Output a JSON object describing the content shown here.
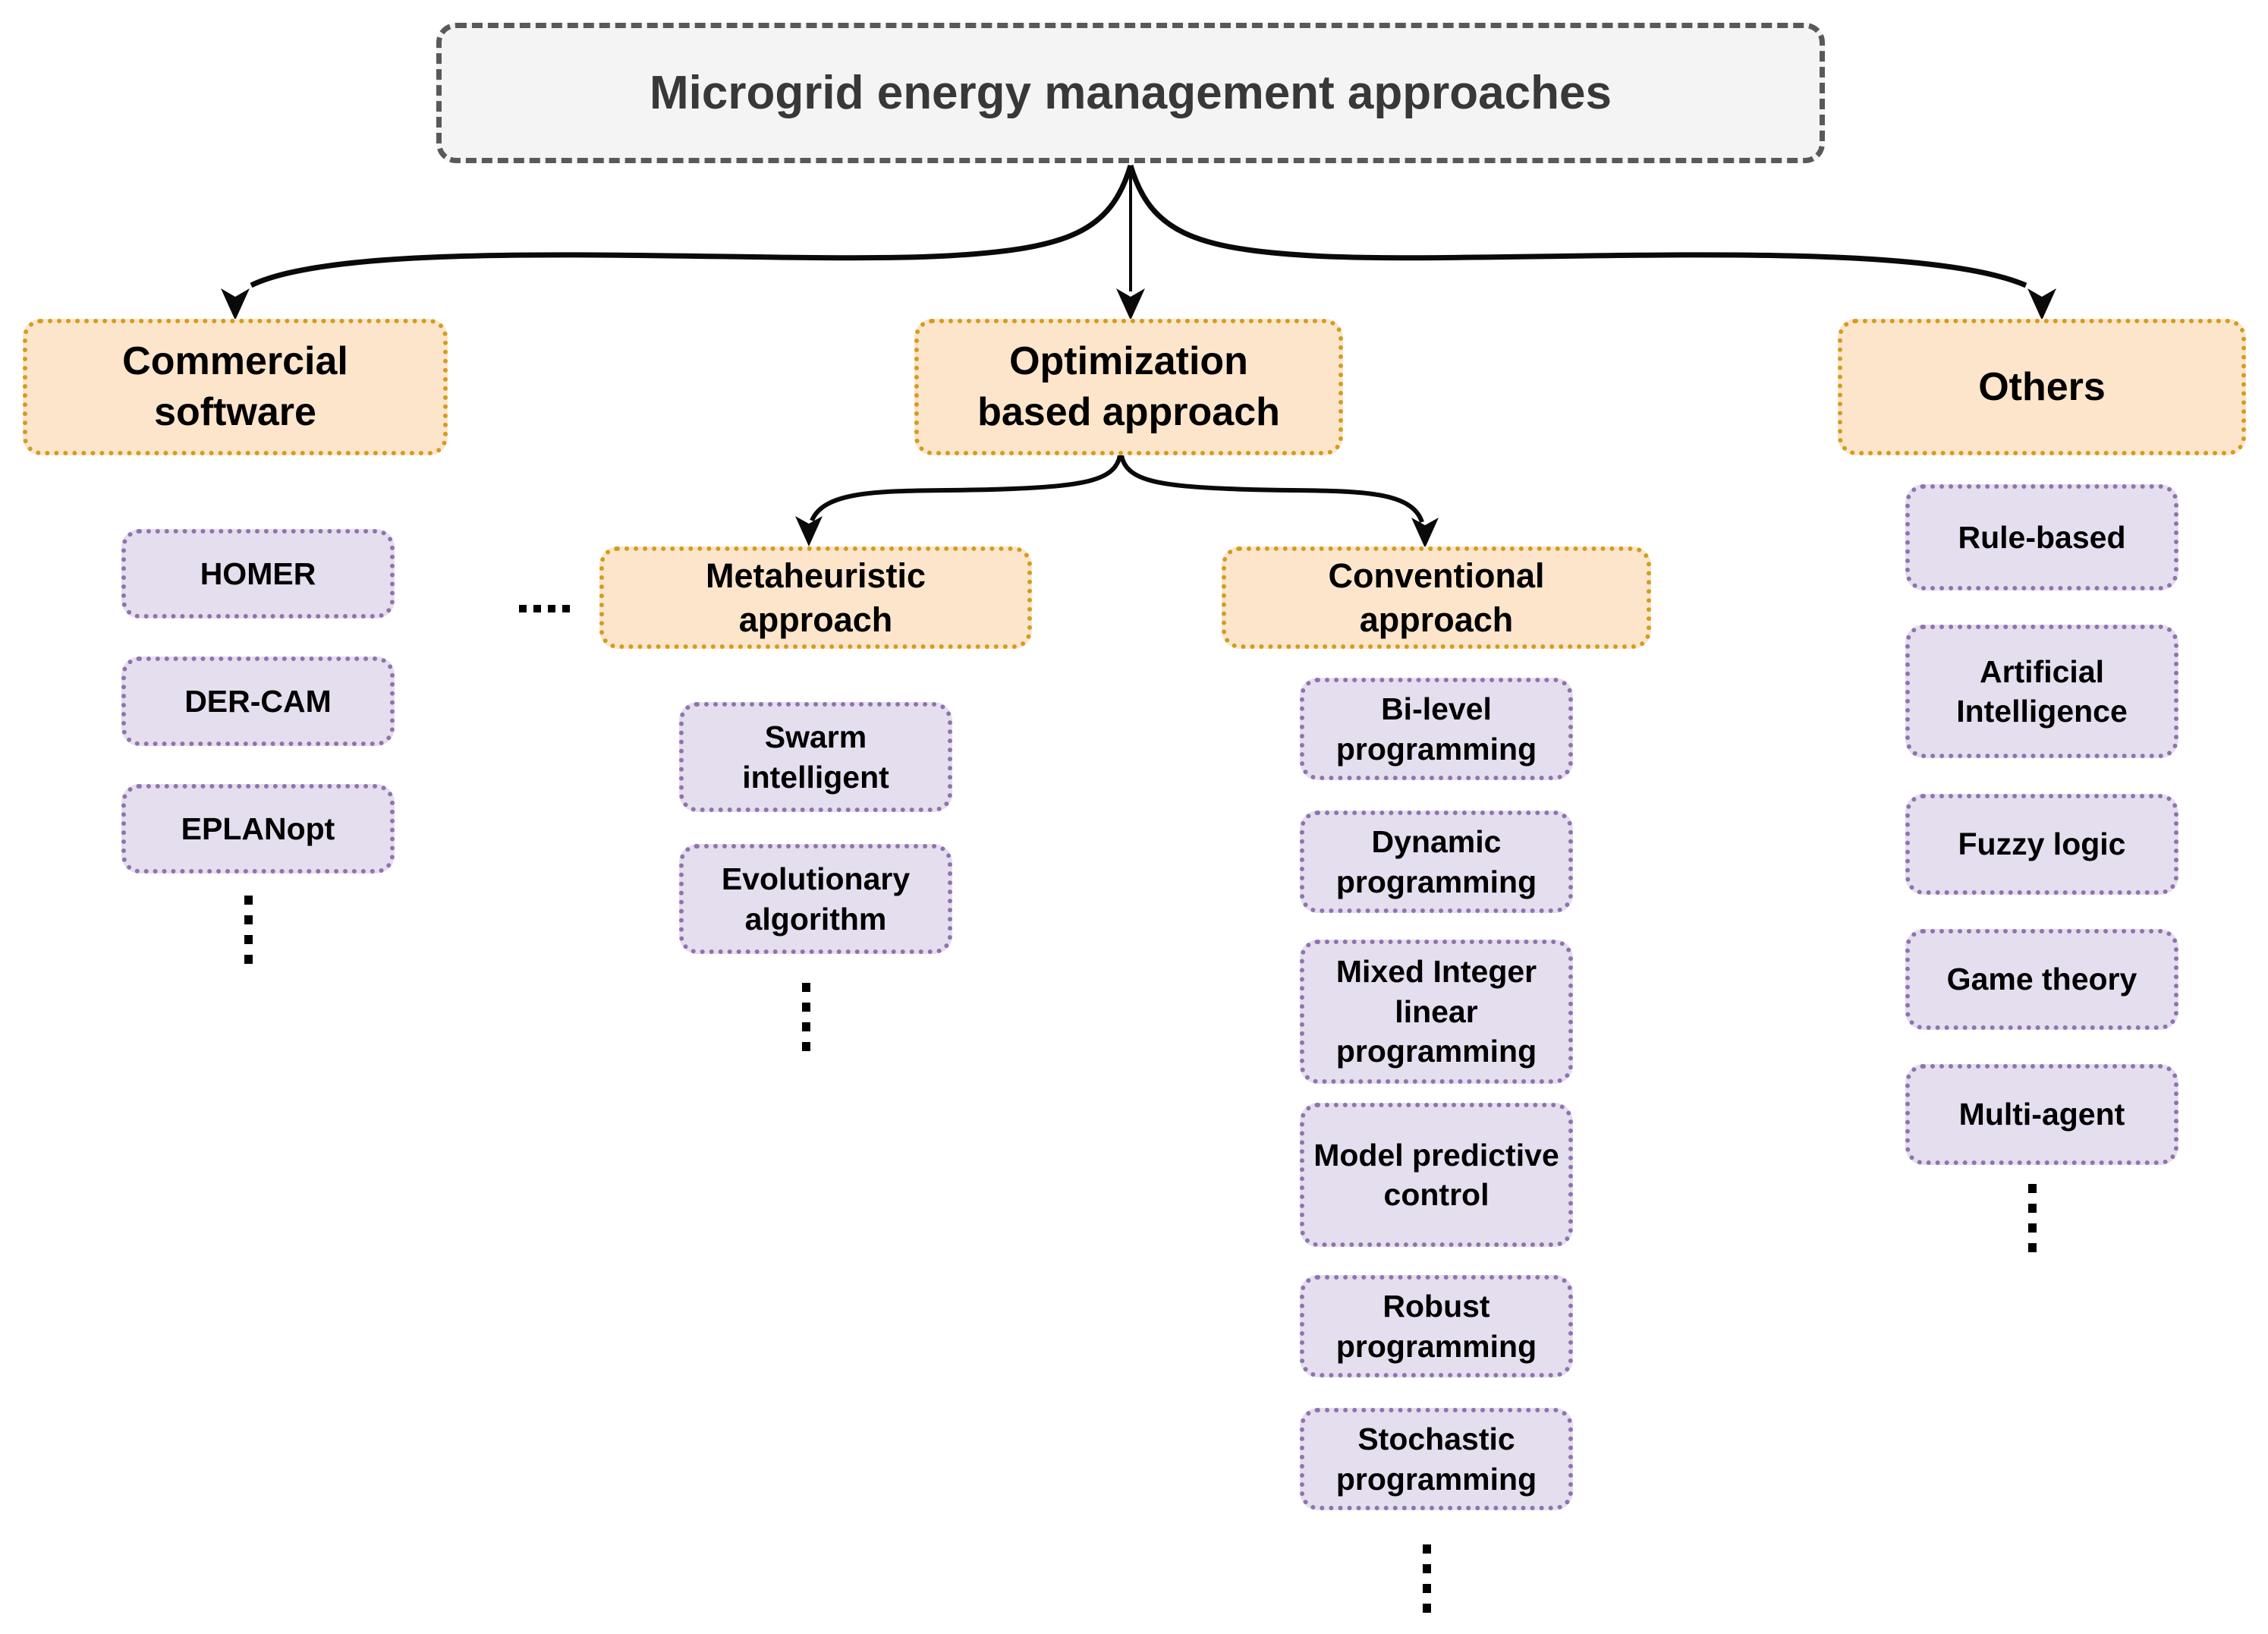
{
  "title": {
    "label": "Microgrid energy management approaches"
  },
  "colors": {
    "root_fill": "#f4f4f4",
    "root_border": "#595959",
    "branch_fill": "#fce5cb",
    "branch_border": "#d29d1e",
    "leaf_fill": "#e5deee",
    "leaf_border": "#8e74ae",
    "arrow": "#0a0a0a",
    "text": "#000000"
  },
  "branches": {
    "commercial": {
      "label": "Commercial software",
      "items": [
        "HOMER",
        "DER-CAM",
        "EPLANopt"
      ],
      "more_indicator": "⋮"
    },
    "optimization": {
      "label": "Optimization based approach",
      "sibling_indicator": "····",
      "children": {
        "metaheuristic": {
          "label": "Metaheuristic approach",
          "items": [
            "Swarm intelligent",
            "Evolutionary algorithm"
          ],
          "more_indicator": "⋮"
        },
        "conventional": {
          "label": "Conventional approach",
          "items": [
            "Bi-level programming",
            "Dynamic programming",
            "Mixed Integer linear programming",
            "Model predictive control",
            "Robust programming",
            "Stochastic programming"
          ],
          "more_indicator": "⋮"
        }
      }
    },
    "others": {
      "label": "Others",
      "items": [
        "Rule-based",
        "Artificial Intelligence",
        "Fuzzy logic",
        "Game theory",
        "Multi-agent"
      ],
      "more_indicator": "⋮"
    }
  }
}
